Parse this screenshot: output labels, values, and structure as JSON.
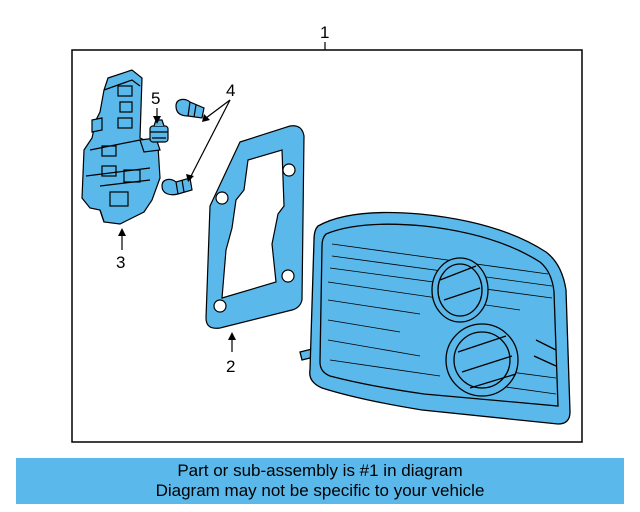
{
  "callouts": {
    "c1": "1",
    "c2": "2",
    "c3": "3",
    "c4": "4",
    "c5": "5"
  },
  "banner": {
    "line1": "Part or sub-assembly is #1 in diagram",
    "line2": "Diagram may not be specific to your vehicle"
  },
  "colors": {
    "part_fill": "#5ab8ea",
    "banner_bg": "#5ab8ea",
    "stroke": "#000000"
  }
}
